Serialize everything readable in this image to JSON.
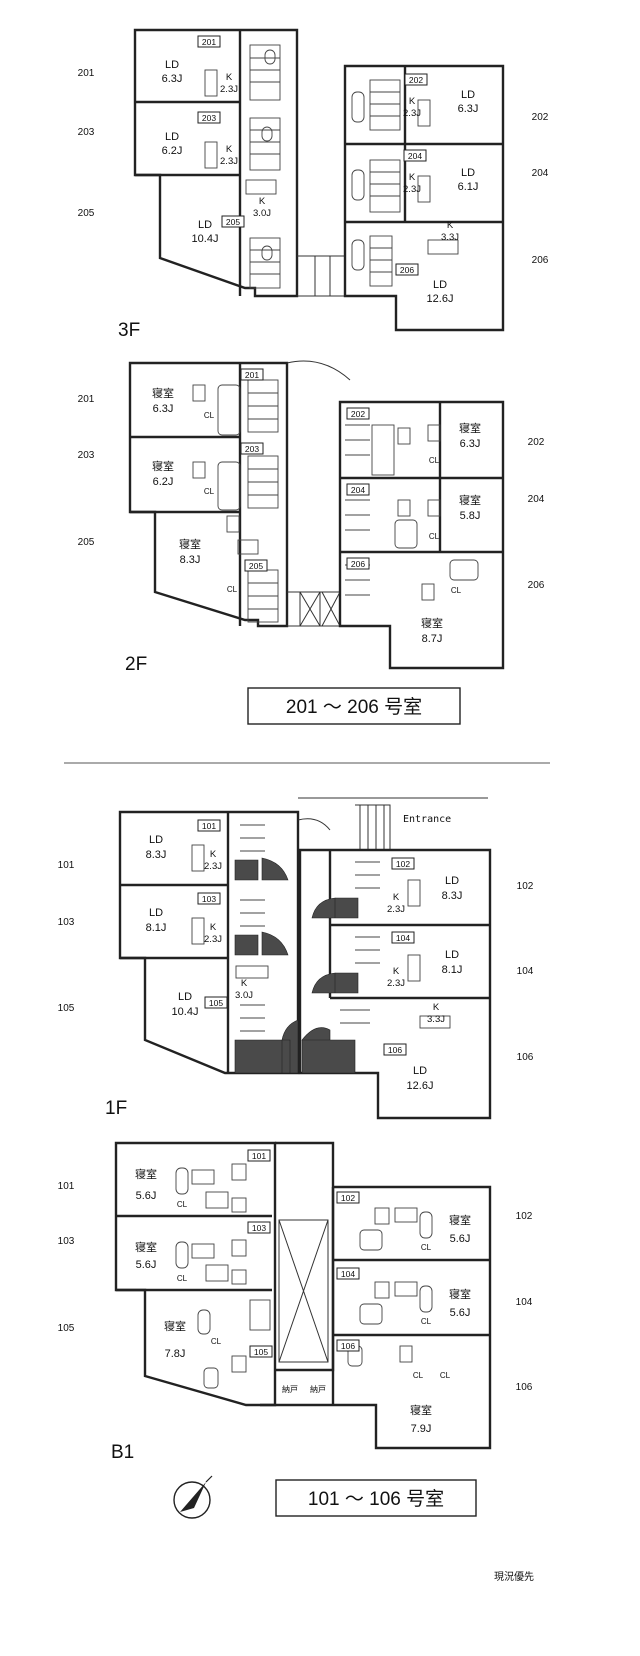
{
  "floors": [
    {
      "label": "3F",
      "units": [
        {
          "no": "201",
          "tag": "201",
          "rooms": [
            {
              "name": "LD",
              "size": "6.3J"
            },
            {
              "name": "K",
              "size": "2.3J"
            }
          ]
        },
        {
          "no": "203",
          "tag": "203",
          "rooms": [
            {
              "name": "LD",
              "size": "6.2J"
            },
            {
              "name": "K",
              "size": "2.3J"
            }
          ]
        },
        {
          "no": "205",
          "tag": "205",
          "rooms": [
            {
              "name": "LD",
              "size": "10.4J"
            },
            {
              "name": "K",
              "size": "3.0J"
            }
          ]
        },
        {
          "no": "202",
          "tag": "202",
          "rooms": [
            {
              "name": "LD",
              "size": "6.3J"
            },
            {
              "name": "K",
              "size": "2.3J"
            }
          ]
        },
        {
          "no": "204",
          "tag": "204",
          "rooms": [
            {
              "name": "LD",
              "size": "6.1J"
            },
            {
              "name": "K",
              "size": "2.3J"
            }
          ]
        },
        {
          "no": "206",
          "tag": "206",
          "rooms": [
            {
              "name": "LD",
              "size": "12.6J"
            },
            {
              "name": "K",
              "size": "3.3J"
            }
          ]
        }
      ]
    },
    {
      "label": "2F",
      "units": [
        {
          "no": "201",
          "tag": "201",
          "rooms": [
            {
              "name": "寝室",
              "size": "6.3J"
            }
          ]
        },
        {
          "no": "203",
          "tag": "203",
          "rooms": [
            {
              "name": "寝室",
              "size": "6.2J"
            }
          ]
        },
        {
          "no": "205",
          "tag": "205",
          "rooms": [
            {
              "name": "寝室",
              "size": "8.3J"
            }
          ]
        },
        {
          "no": "202",
          "tag": "202",
          "rooms": [
            {
              "name": "寝室",
              "size": "6.3J"
            }
          ]
        },
        {
          "no": "204",
          "tag": "204",
          "rooms": [
            {
              "name": "寝室",
              "size": "5.8J"
            }
          ]
        },
        {
          "no": "206",
          "tag": "206",
          "rooms": [
            {
              "name": "寝室",
              "size": "8.7J"
            }
          ]
        }
      ],
      "closet_label": "CL"
    },
    {
      "label": "1F",
      "units": [
        {
          "no": "101",
          "tag": "101",
          "rooms": [
            {
              "name": "LD",
              "size": "8.3J"
            },
            {
              "name": "K",
              "size": "2.3J"
            }
          ]
        },
        {
          "no": "103",
          "tag": "103",
          "rooms": [
            {
              "name": "LD",
              "size": "8.1J"
            },
            {
              "name": "K",
              "size": "2.3J"
            }
          ]
        },
        {
          "no": "105",
          "tag": "105",
          "rooms": [
            {
              "name": "LD",
              "size": "10.4J"
            },
            {
              "name": "K",
              "size": "3.0J"
            }
          ]
        },
        {
          "no": "102",
          "tag": "102",
          "rooms": [
            {
              "name": "LD",
              "size": "8.3J"
            },
            {
              "name": "K",
              "size": "2.3J"
            }
          ]
        },
        {
          "no": "104",
          "tag": "104",
          "rooms": [
            {
              "name": "LD",
              "size": "8.1J"
            },
            {
              "name": "K",
              "size": "2.3J"
            }
          ]
        },
        {
          "no": "106",
          "tag": "106",
          "rooms": [
            {
              "name": "LD",
              "size": "12.6J"
            },
            {
              "name": "K",
              "size": "3.3J"
            }
          ]
        }
      ],
      "entrance": "Entrance"
    },
    {
      "label": "B1",
      "units": [
        {
          "no": "101",
          "tag": "101",
          "rooms": [
            {
              "name": "寝室",
              "size": "5.6J"
            }
          ]
        },
        {
          "no": "103",
          "tag": "103",
          "rooms": [
            {
              "name": "寝室",
              "size": "5.6J"
            }
          ]
        },
        {
          "no": "105",
          "tag": "105",
          "rooms": [
            {
              "name": "寝室",
              "size": "7.8J"
            }
          ]
        },
        {
          "no": "102",
          "tag": "102",
          "rooms": [
            {
              "name": "寝室",
              "size": "5.6J"
            }
          ]
        },
        {
          "no": "104",
          "tag": "104",
          "rooms": [
            {
              "name": "寝室",
              "size": "5.6J"
            }
          ]
        },
        {
          "no": "106",
          "tag": "106",
          "rooms": [
            {
              "name": "寝室",
              "size": "7.9J"
            }
          ]
        }
      ],
      "closet_label": "CL",
      "storage_label": "納戸"
    }
  ],
  "range_labels": {
    "upper": "201 ～ 206 号室",
    "lower": "101 ～ 106 号室"
  },
  "footnote": "現況優先"
}
